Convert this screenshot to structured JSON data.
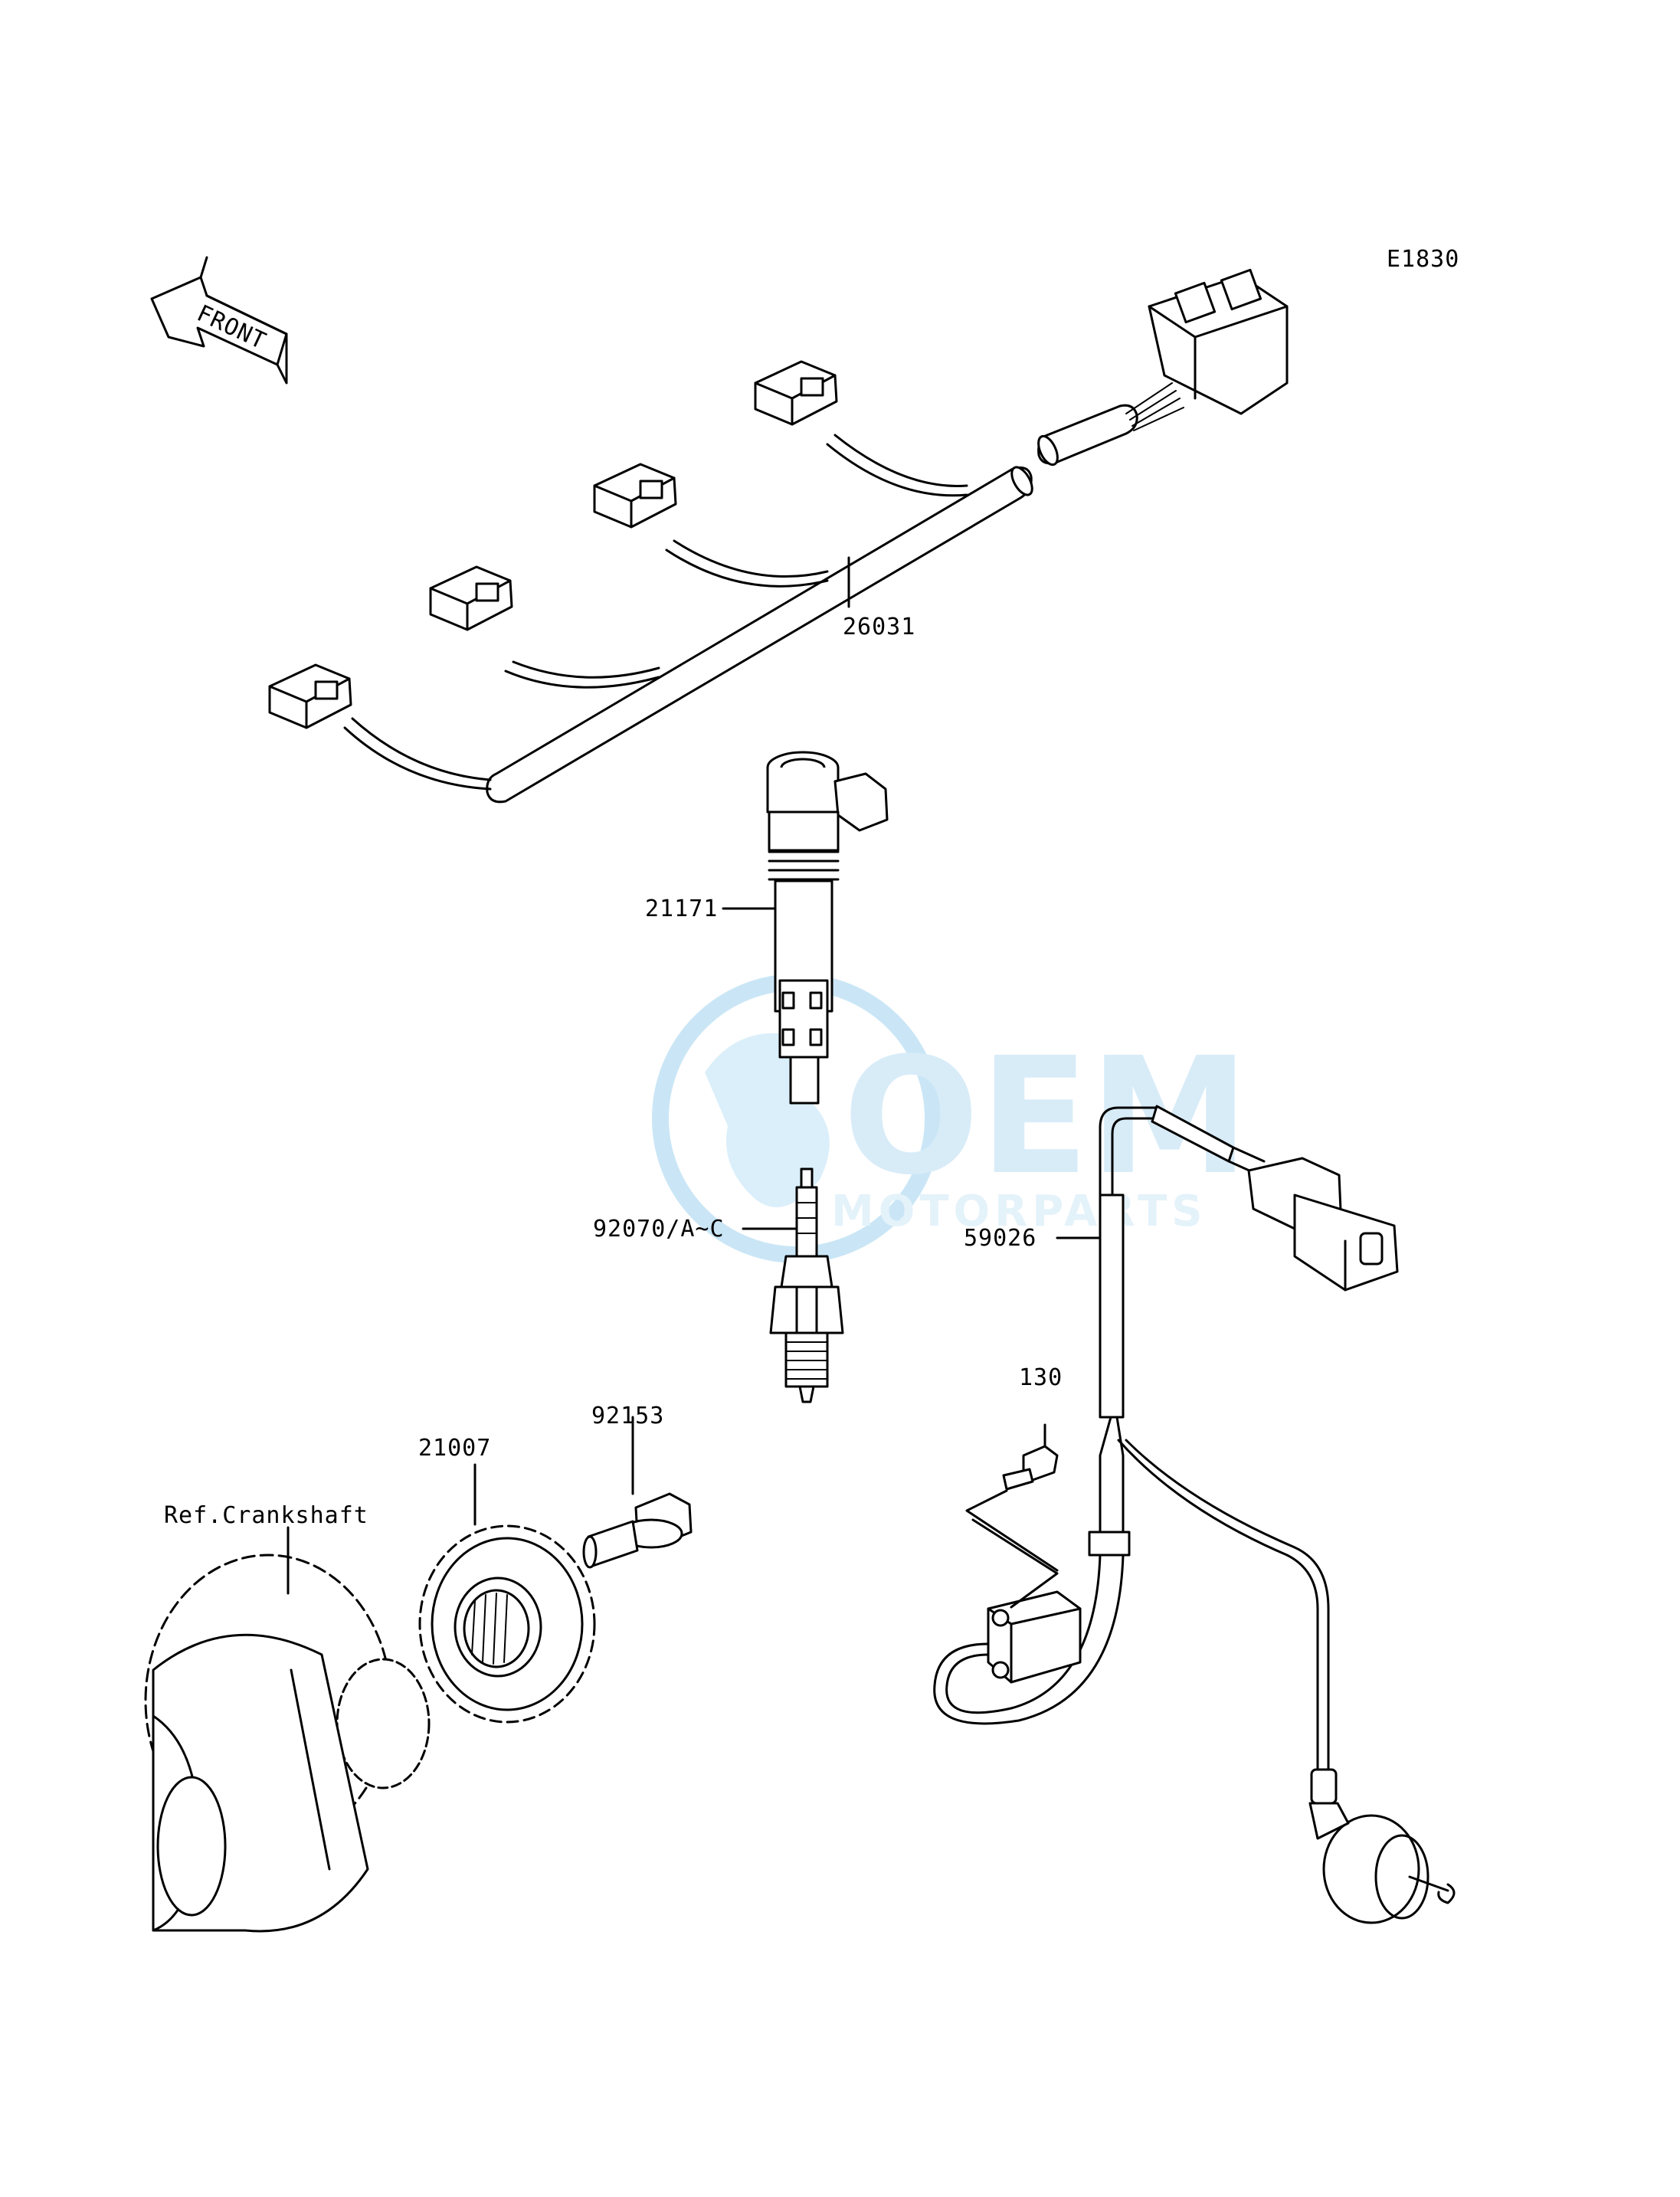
{
  "diagram_code": "E1830",
  "front_label": "FRONT",
  "watermark": {
    "big": "OEM",
    "small": "MOTORPARTS",
    "color": "#3aa0dc"
  },
  "parts": [
    {
      "id": "harness",
      "number": "26031"
    },
    {
      "id": "ignition-coil",
      "number": "21171"
    },
    {
      "id": "spark-plug",
      "number": "92070/A~C"
    },
    {
      "id": "pickup-sensor",
      "number": "59026"
    },
    {
      "id": "bolt-small",
      "number": "130"
    },
    {
      "id": "bolt-flange",
      "number": "92153"
    },
    {
      "id": "timing-rotor",
      "number": "21007"
    },
    {
      "id": "crankshaft-ref",
      "number": "Ref.Crankshaft"
    }
  ]
}
